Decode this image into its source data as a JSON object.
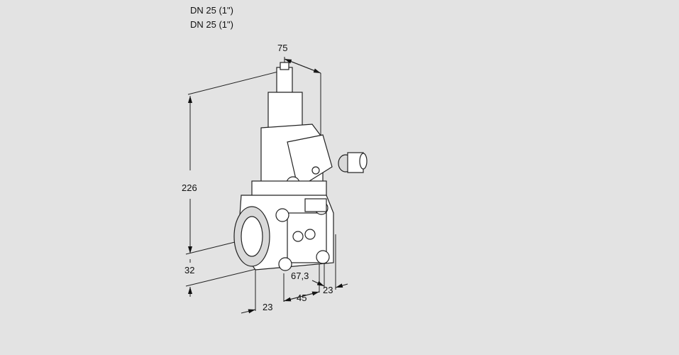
{
  "header": {
    "line1": "DN 25 (1\")",
    "line2": "DN 25 (1\")"
  },
  "dimensions": {
    "top_width": "75",
    "height": "226",
    "bottom_offset": "32",
    "left_width": "23",
    "middle_width": "45",
    "center_offset": "67,3",
    "right_width": "23"
  }
}
